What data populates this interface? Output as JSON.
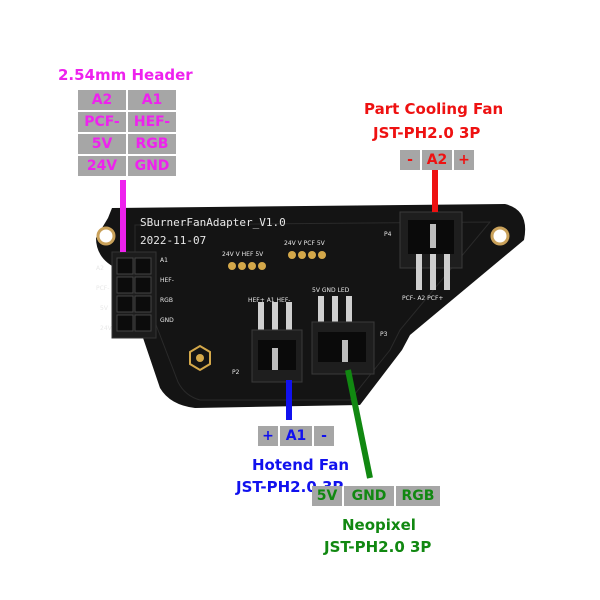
{
  "header_section": {
    "title": "2.54mm Header",
    "rows": [
      [
        "A2",
        "A1"
      ],
      [
        "PCF-",
        "HEF-"
      ],
      [
        "5V",
        "RGB"
      ],
      [
        "24V",
        "GND"
      ]
    ],
    "color": "#ee22ee"
  },
  "part_cooling": {
    "title_line1": "Part Cooling Fan",
    "title_line2": "JST-PH2.0 3P",
    "pins": [
      "-",
      "A2",
      "+"
    ],
    "color": "#ee1111"
  },
  "hotend_fan": {
    "pins": [
      "+",
      "A1",
      "-"
    ],
    "title_line1": "Hotend Fan",
    "title_line2": "JST-PH2.0 3P",
    "color": "#1111ee"
  },
  "neopixel": {
    "pins": [
      "5V",
      "GND",
      "RGB"
    ],
    "title_line1": "Neopixel",
    "title_line2": "JST-PH2.0 3P",
    "color": "#118811"
  },
  "board": {
    "name": "SBurnerFanAdapter_V1.0",
    "date": "2022-11-07",
    "port_p2": "P2",
    "port_p3": "P3",
    "port_p4": "P4",
    "pad_label_1": "24V V HEF 5V",
    "pad_label_2": "24V V PCF 5V",
    "p2_pins_label": "HEF+ A1 HEF-",
    "p3_pins_label": "5V GND LED",
    "p4_pins_label": "PCF- A2 PCF+",
    "header_silk_left": [
      "A2",
      "PCF-",
      "5V",
      "24V"
    ],
    "header_silk_right": [
      "A1",
      "HEF-",
      "RGB",
      "GND"
    ]
  }
}
